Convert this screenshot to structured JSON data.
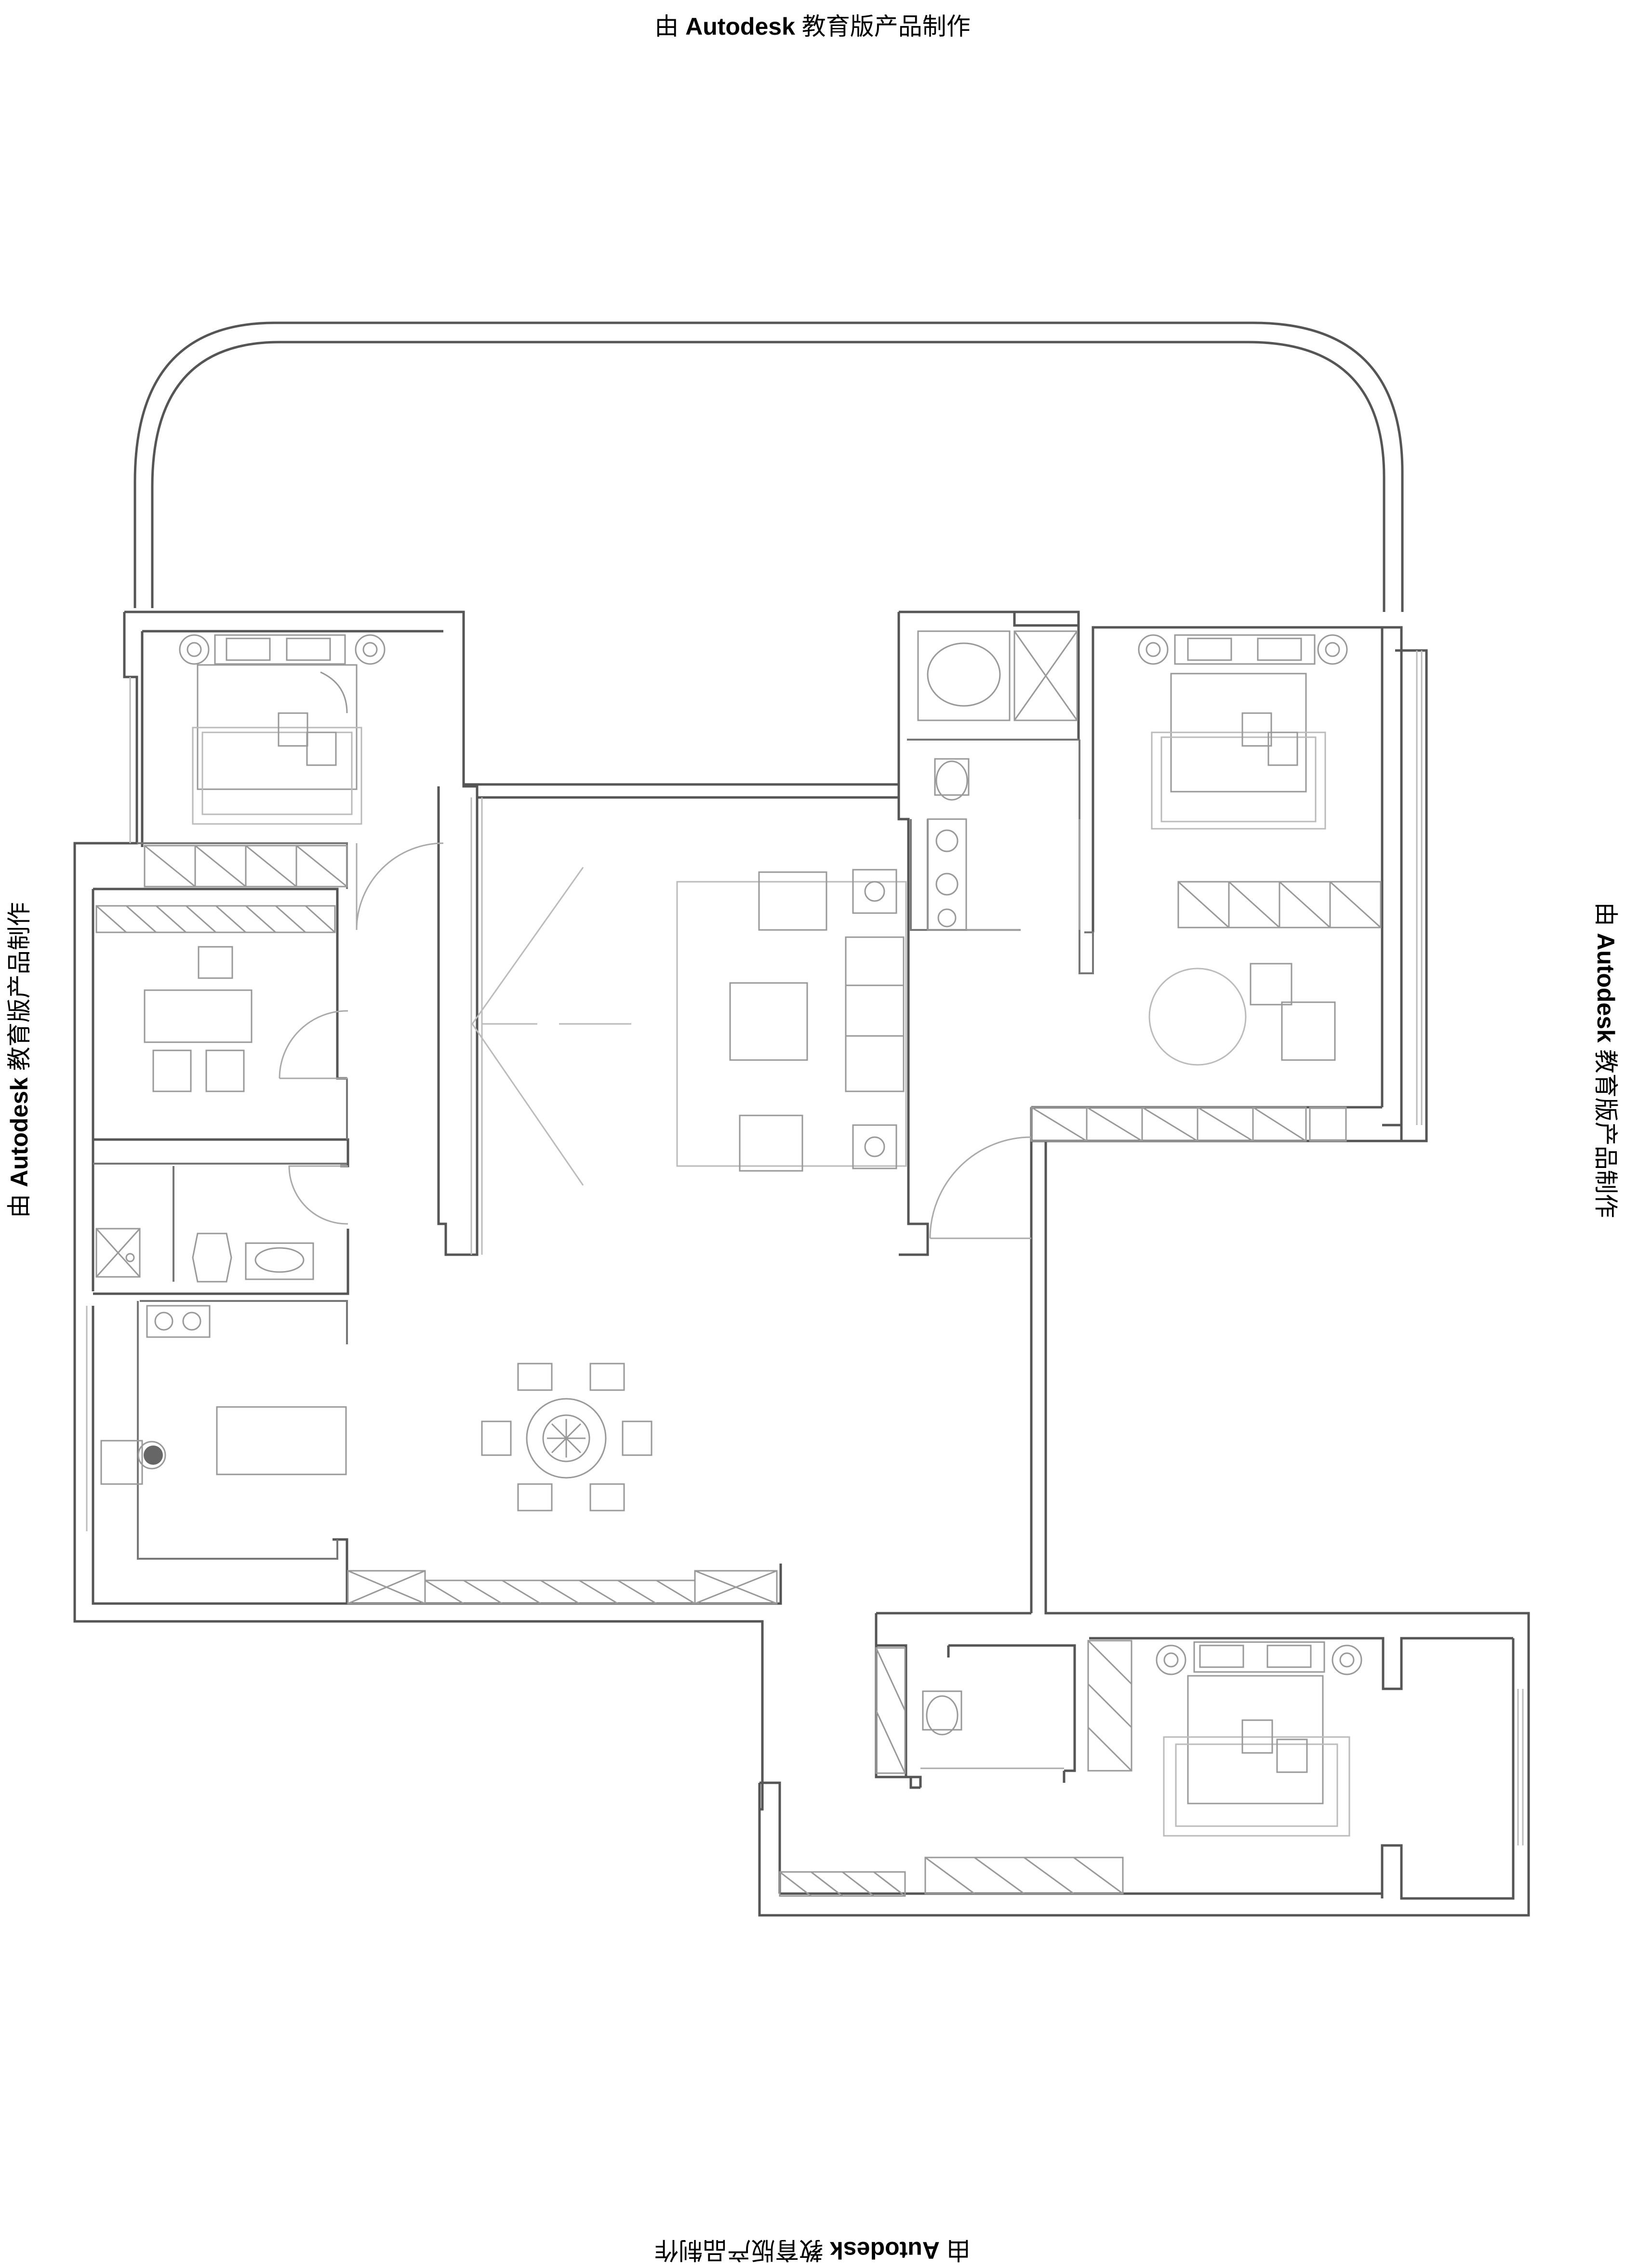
{
  "watermark": {
    "prefix": "由 ",
    "brand": "Autodesk",
    "suffix": " 教育版产品制作"
  },
  "colors": {
    "background": "#ffffff",
    "wall": "#555555",
    "furniture": "#999999",
    "text": "#000000"
  }
}
